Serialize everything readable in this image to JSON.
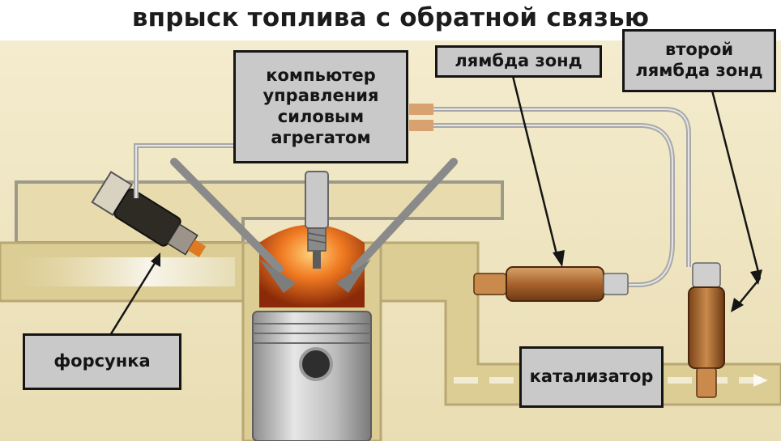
{
  "title": "впрыск топлива с обратной связью",
  "labels": {
    "ecu": [
      "компьютер",
      "управления",
      "силовым",
      "агрегатом"
    ],
    "lambda1": "лямбда зонд",
    "lambda2": [
      "второй",
      "лямбда зонд"
    ],
    "injector": "форсунка",
    "catalyst": "катализатор"
  },
  "colors": {
    "background": "#efe6c4",
    "pipe": "#dccd95",
    "label_box": "#c9c9c9",
    "label_border": "#151515",
    "flame": "#e0561a",
    "metal": "#c9c9c9"
  }
}
